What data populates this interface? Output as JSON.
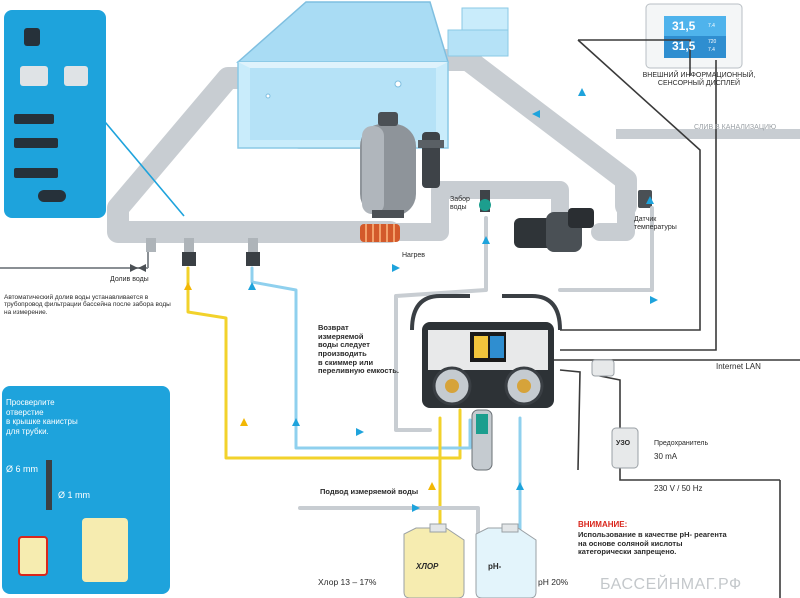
{
  "labels": {
    "display_caption": "ВНЕШНИЙ ИНФОРМАЦИОННЫЙ,\nСЕНСОРНЫЙ ДИСПЛЕЙ",
    "drain_to_sewer": "СЛИВ В КАНАЛИЗАЦИЮ",
    "water_intake": "Забор\nводы",
    "heating": "Нагрев",
    "temp_sensor": "Датчик\nтемпературы",
    "water_refill": "Долив воды",
    "auto_refill_note": "Автоматический долив воды устанавливается в\nтрубопровод фильтрации бассейна после забора воды\nна измерение.",
    "return_note": "Возврат\nизмеряемой\nводы следует\nпроизводить\nв скиммер или\nпереливную емкость.",
    "internet_lan": "Internet LAN",
    "uzo": "УЗО",
    "fuse": "Предохранитель",
    "fuse_value": "30 mA",
    "power": "230 V / 50 Hz",
    "supply_water": "Подвод измеряемой воды",
    "warning_title": "ВНИМАНИЕ:",
    "warning_text": "Использование в качестве pH- реагента\nна основе соляной кислоты\nкатегорически запрещено.",
    "chlorine": "Хлор 13 – 17%",
    "ph_percent": "pH 20%",
    "canister_chlorine": "ХЛОР",
    "canister_ph": "pH-",
    "watermark": "БАССЕЙНМАГ.РФ",
    "drill_note": "Просверлите\nотверстие\nв крышке канистры\nдля трубки.",
    "dia_6": "Ø 6 mm",
    "dia_1": "Ø 1 mm",
    "display_value_1": "31,5",
    "display_value_2": "31,5",
    "display_small_1": "7.4",
    "display_small_2": "720",
    "display_small_3": "7.4"
  },
  "colors": {
    "pipe": "#c8cdd2",
    "water": "#bfe6f8",
    "accent_blue": "#1ea3dc",
    "line_yellow": "#f2d22b",
    "line_blue": "#8fd0ee",
    "warning_red": "#d9261c",
    "dark_line": "#3a3a3a"
  }
}
